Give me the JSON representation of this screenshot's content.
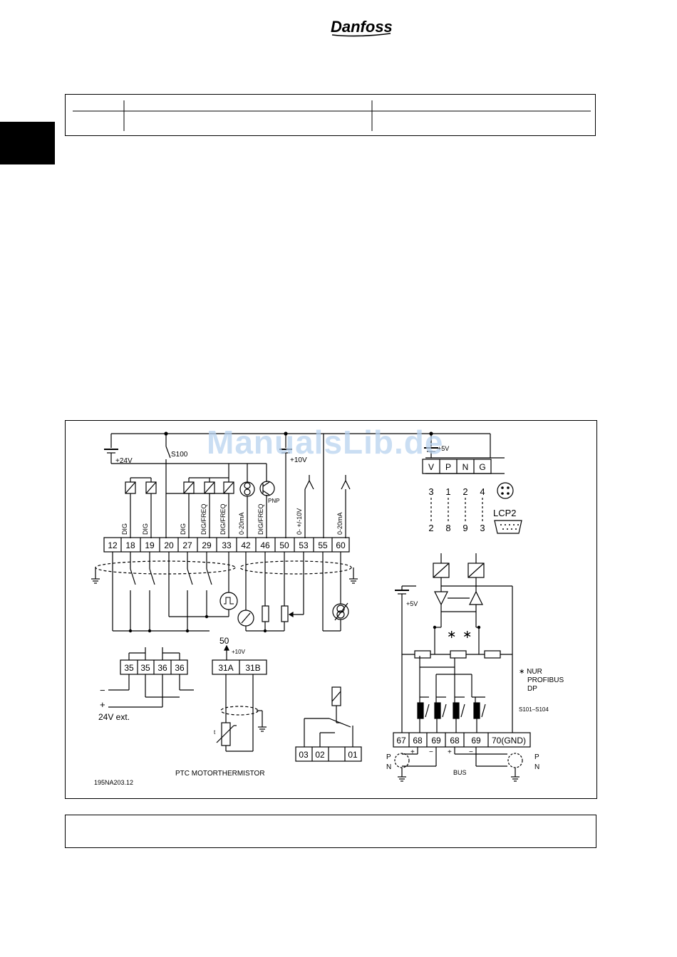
{
  "brand": {
    "logo_text": "Danfoss"
  },
  "watermark": "ManualsLib.de",
  "diagram": {
    "terminals_main": [
      "12",
      "18",
      "19",
      "20",
      "27",
      "29",
      "33",
      "42",
      "46",
      "50",
      "53",
      "55",
      "60"
    ],
    "vertical_labels": [
      "DIG",
      "DIG",
      "DIG",
      "DIG/FREQ",
      "DIG/FREQ",
      "0-20mA",
      "DIG/FREQ",
      "0- +/-10V",
      "0-20mA"
    ],
    "supply_24v": "+24V",
    "switch_s100": "S100",
    "pnp": "PNP",
    "supply_10v": "+10V",
    "supply_5v_top": "+5V",
    "bus_pins": [
      "V",
      "P",
      "N",
      "G"
    ],
    "pins_upper": [
      "3",
      "1",
      "2",
      "4"
    ],
    "pins_lower": [
      "2",
      "8",
      "9",
      "3"
    ],
    "lcp2": "LCP2",
    "terminals_ext": [
      "35",
      "35",
      "36",
      "36"
    ],
    "minus": "−",
    "plus": "+",
    "ext_24v": "24V  ext.",
    "ptc_50": "50",
    "ptc_10v": "+10V",
    "ptc_terminals": [
      "31A",
      "31B"
    ],
    "ptc_t": "t",
    "ptc_label": "PTC  MOTORTHERMISTOR",
    "relay_terminals": [
      "03",
      "02",
      "",
      "01"
    ],
    "code": "195NA203.12",
    "supply_5v_bus": "+5V",
    "star": "∗",
    "profibus_note": [
      "∗  NUR",
      "PROFIBUS",
      "DP"
    ],
    "switch_range": "S101–S104",
    "bus_terminals": [
      "67",
      "68",
      "69",
      "68",
      "69",
      "70(GND)"
    ],
    "pn": [
      "P",
      "N"
    ],
    "bus_label": "BUS"
  }
}
